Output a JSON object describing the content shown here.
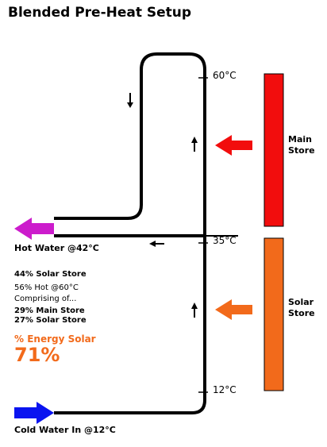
{
  "title": "Blended Pre-Heat Setup",
  "temperatures": {
    "top": "60°C",
    "middle": "35°C",
    "bottom": "12°C"
  },
  "stores": {
    "main": {
      "label_line1": "Main",
      "label_line2": "Store",
      "color": "#f20d0d"
    },
    "solar": {
      "label_line1": "Solar",
      "label_line2": "Store",
      "color": "#f26a1b"
    }
  },
  "outlets": {
    "hot_water": {
      "label": "Hot Water @42°C",
      "arrow_color": "#cc1ccc"
    },
    "cold_water": {
      "label": "Cold Water In @12°C",
      "arrow_color": "#0a14f0"
    }
  },
  "mix": {
    "solar_store": "44% Solar Store",
    "hot_at_60": "56% Hot @60°C",
    "comprising": "Comprising of...",
    "main_store": "29% Main Store",
    "solar_store_part": "27% Solar Store"
  },
  "energy": {
    "label": "% Energy Solar",
    "value": "71%",
    "color": "#f26a1b"
  }
}
